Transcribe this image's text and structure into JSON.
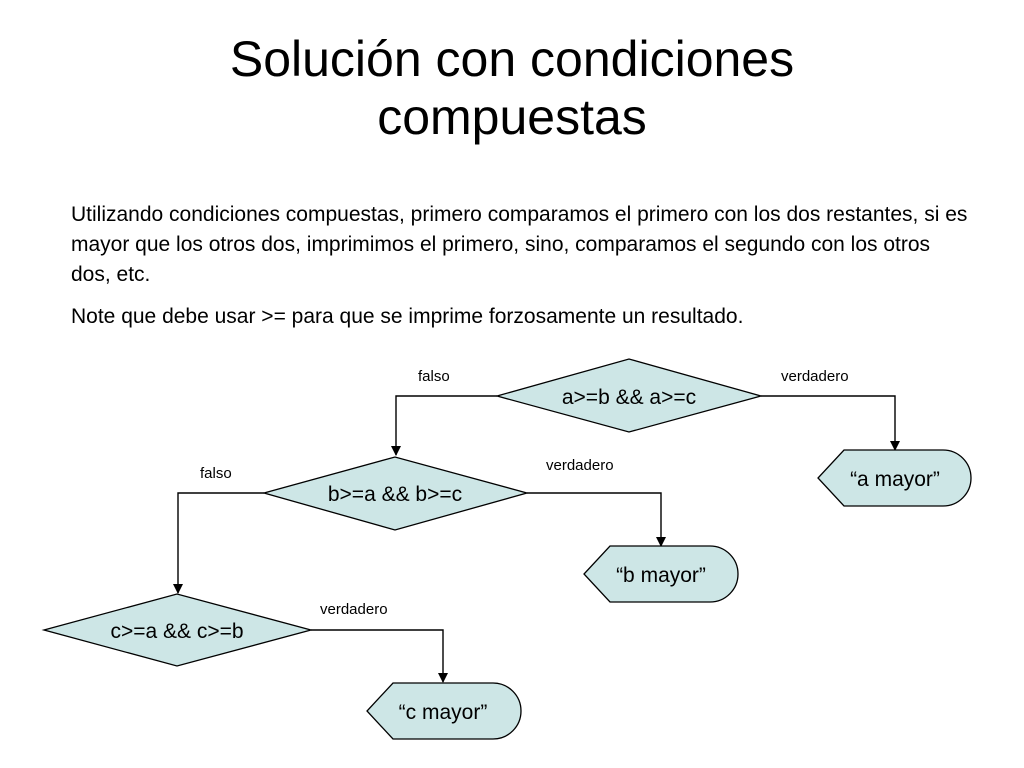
{
  "title": {
    "line1": "Solución con condiciones",
    "line2": "compuestas"
  },
  "paragraphs": [
    "Utilizando condiciones compuestas, primero comparamos el primero con los dos restantes, si es mayor que los otros dos, imprimimos el primero, sino, comparamos el segundo con los otros dos, etc.",
    "Note que debe usar >= para que se imprime forzosamente un resultado."
  ],
  "diagram": {
    "colors": {
      "shape_fill": "#cde6e6",
      "stroke": "#000000"
    },
    "decisions": [
      {
        "label": "a>=b && a>=c",
        "false_label": "falso",
        "true_label": "verdadero"
      },
      {
        "label": "b>=a && b>=c",
        "false_label": "falso",
        "true_label": "verdadero"
      },
      {
        "label": "c>=a && c>=b",
        "true_label": "verdadero"
      }
    ],
    "outputs": [
      {
        "label": "“a mayor”"
      },
      {
        "label": "“b mayor”"
      },
      {
        "label": "“c mayor”"
      }
    ]
  }
}
